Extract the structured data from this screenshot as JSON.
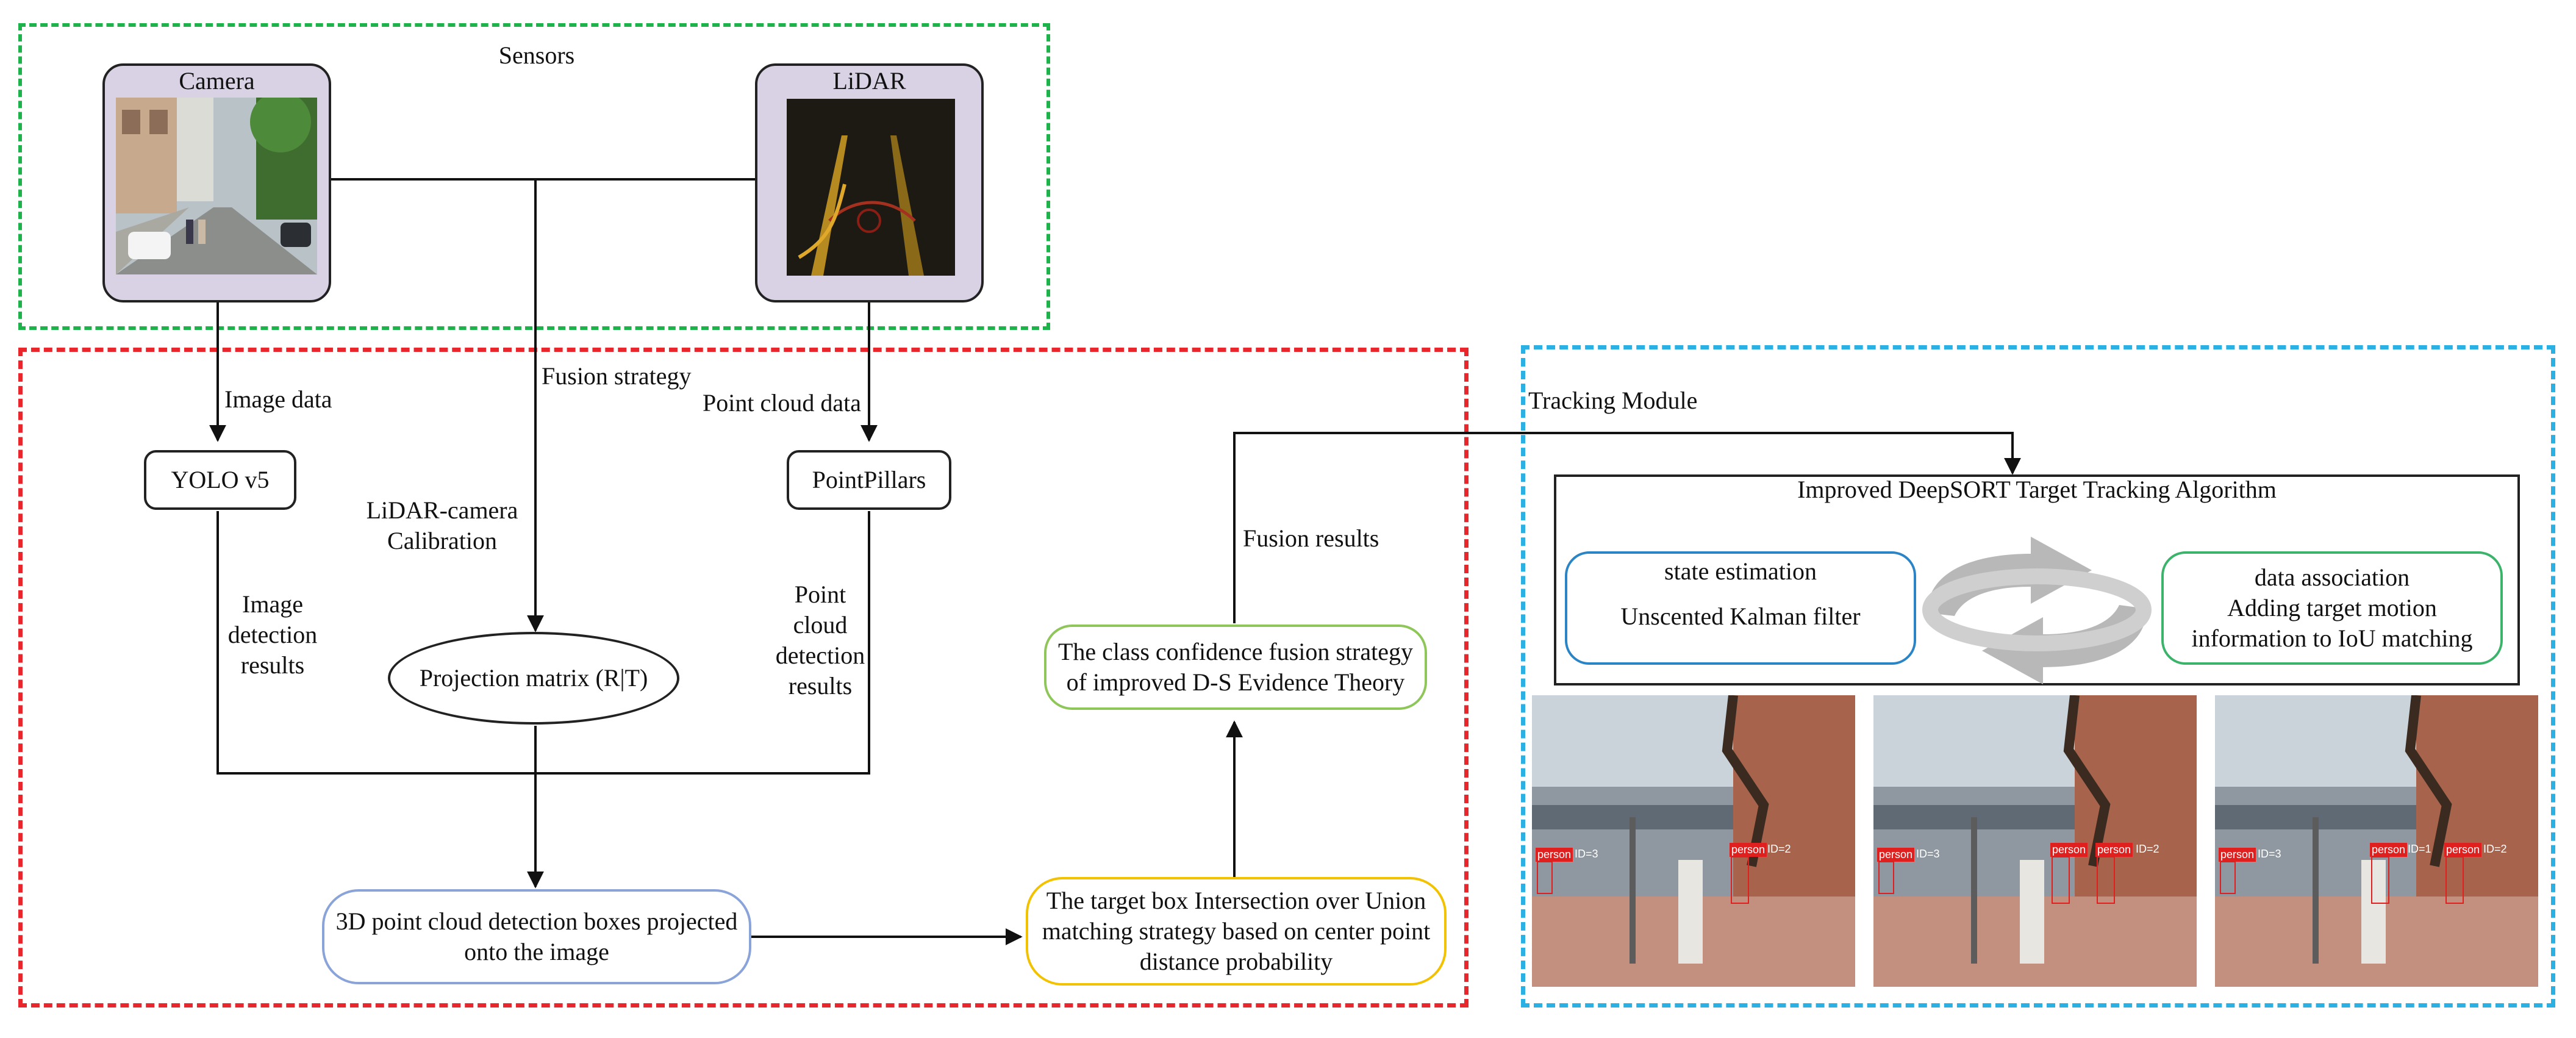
{
  "sensors": {
    "title": "Sensors",
    "camera_label": "Camera",
    "lidar_label": "LiDAR"
  },
  "fusion": {
    "image_data": "Image data",
    "fusion_strategy": "Fusion strategy",
    "point_cloud_data": "Point cloud data",
    "yolo": "YOLO v5",
    "pointpillars": "PointPillars",
    "calibration": [
      "LiDAR-camera",
      "Calibration"
    ],
    "image_results": [
      "Image",
      "detection",
      "results"
    ],
    "point_results": [
      "Point",
      "cloud",
      "detection",
      "results"
    ],
    "projection": "Projection matrix (R|T)",
    "boxes_projected": [
      "3D point cloud detection boxes projected",
      "onto the image"
    ],
    "iou_matching": [
      "The target box Intersection over Union",
      "matching strategy based on center point",
      "distance probability"
    ],
    "ds_fusion": [
      "The class confidence fusion strategy",
      "of improved D-S Evidence Theory"
    ],
    "fusion_results": "Fusion results"
  },
  "tracking": {
    "module_label": "Tracking Module",
    "algorithm_title": "Improved DeepSORT Target Tracking Algorithm",
    "state_estimation": [
      "state estimation",
      "Unscented Kalman filter"
    ],
    "data_association": [
      "data association",
      "Adding target motion",
      "information to IoU matching"
    ],
    "frames": [
      {
        "tags": [
          "person",
          "ID=3",
          "person",
          "ID=2"
        ]
      },
      {
        "tags": [
          "person",
          "ID=3",
          "person",
          "person",
          "ID=2"
        ]
      },
      {
        "tags": [
          "person",
          "ID=3",
          "person",
          "ID=1",
          "person",
          "ID=2"
        ]
      }
    ]
  },
  "colors": {
    "sensors_border": "#1db24a",
    "fusion_border": "#e8262b",
    "tracking_border": "#2ab0e3",
    "camera_frame": "#d8d2e4",
    "blue_node": "#8aa3d9",
    "yellow_node": "#f2c200",
    "green_node": "#8fc65a",
    "state_node": "#2a84c6",
    "assoc_node": "#3bb36a",
    "cycle_arrow": "#b8b8b8",
    "track_tag": "#e0201f"
  }
}
